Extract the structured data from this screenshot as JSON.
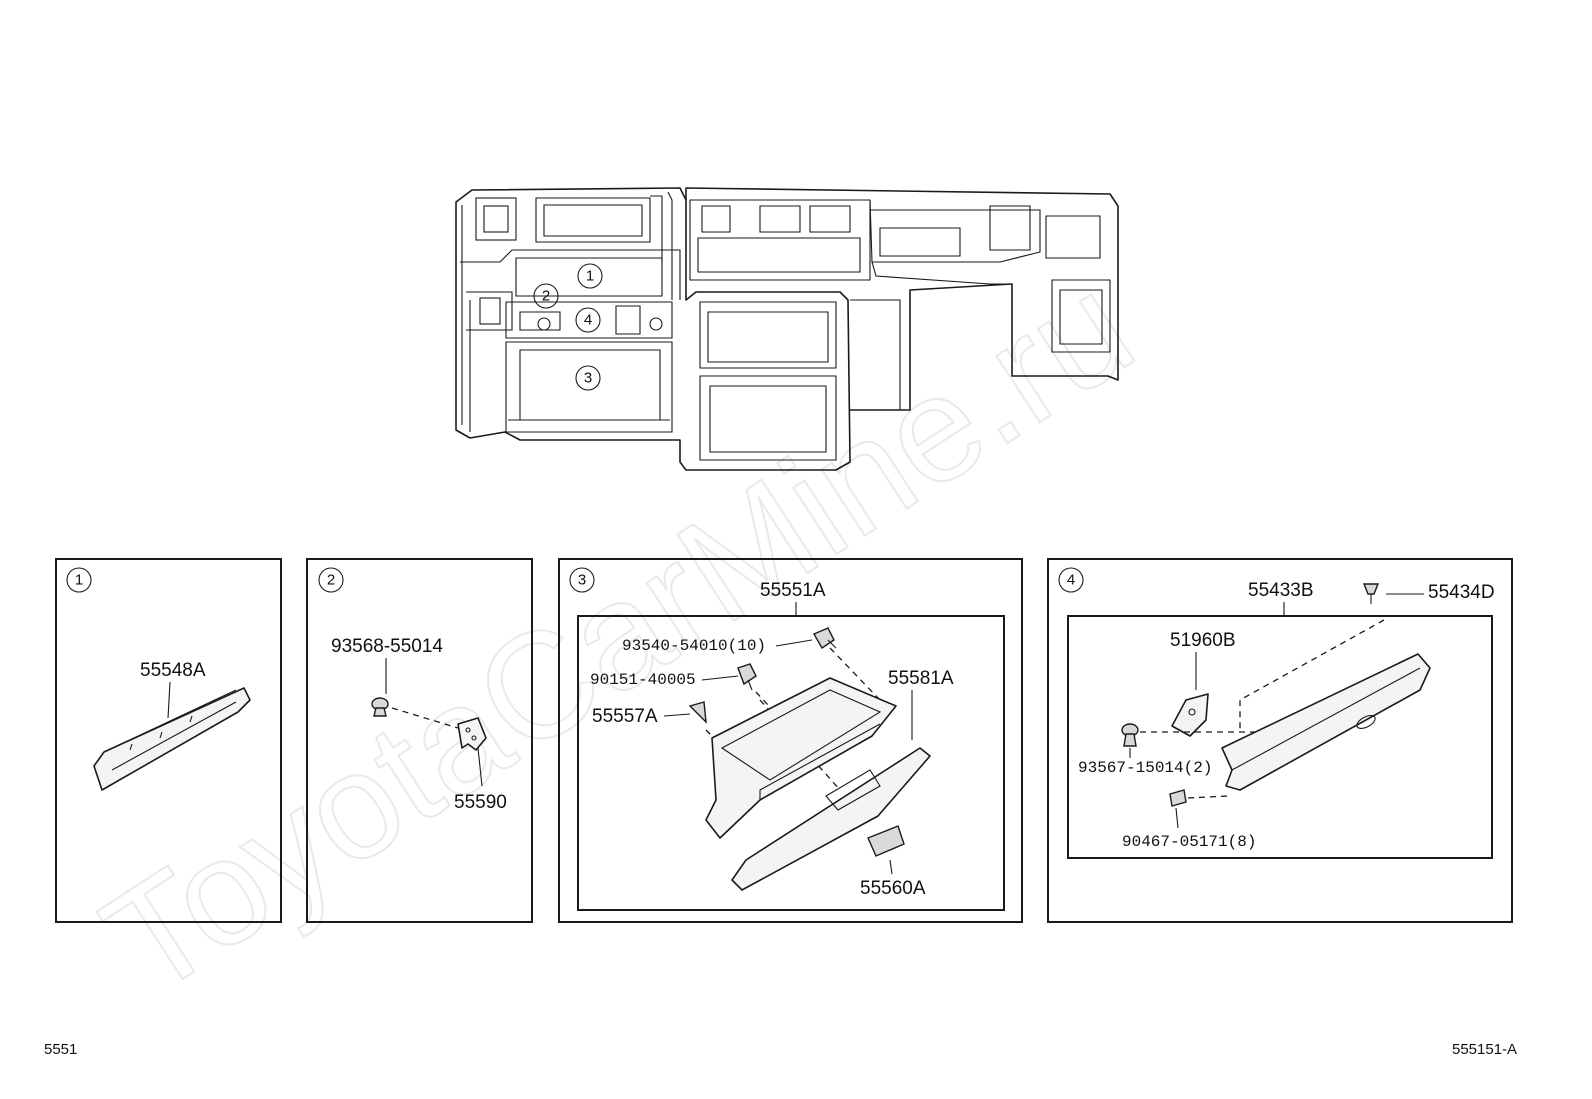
{
  "watermark": "ToyotaCarMine.ru",
  "footer": {
    "left": "5551",
    "right": "555151-A"
  },
  "callouts": {
    "c1": "1",
    "c2": "2",
    "c3": "3",
    "c4": "4"
  },
  "panels": [
    {
      "key": "1",
      "circle": "1",
      "parts": [
        "55548A"
      ]
    },
    {
      "key": "2",
      "circle": "2",
      "parts": [
        "93568-55014",
        "55590"
      ]
    },
    {
      "key": "3",
      "circle": "3",
      "parts": [
        "55551A",
        "93540-54010(10)",
        "90151-40005",
        "55557A",
        "55581A",
        "55560A"
      ]
    },
    {
      "key": "4",
      "circle": "4",
      "parts": [
        "55433B",
        "55434D",
        "51960B",
        "93567-15014(2)",
        "90467-05171(8)"
      ]
    }
  ]
}
